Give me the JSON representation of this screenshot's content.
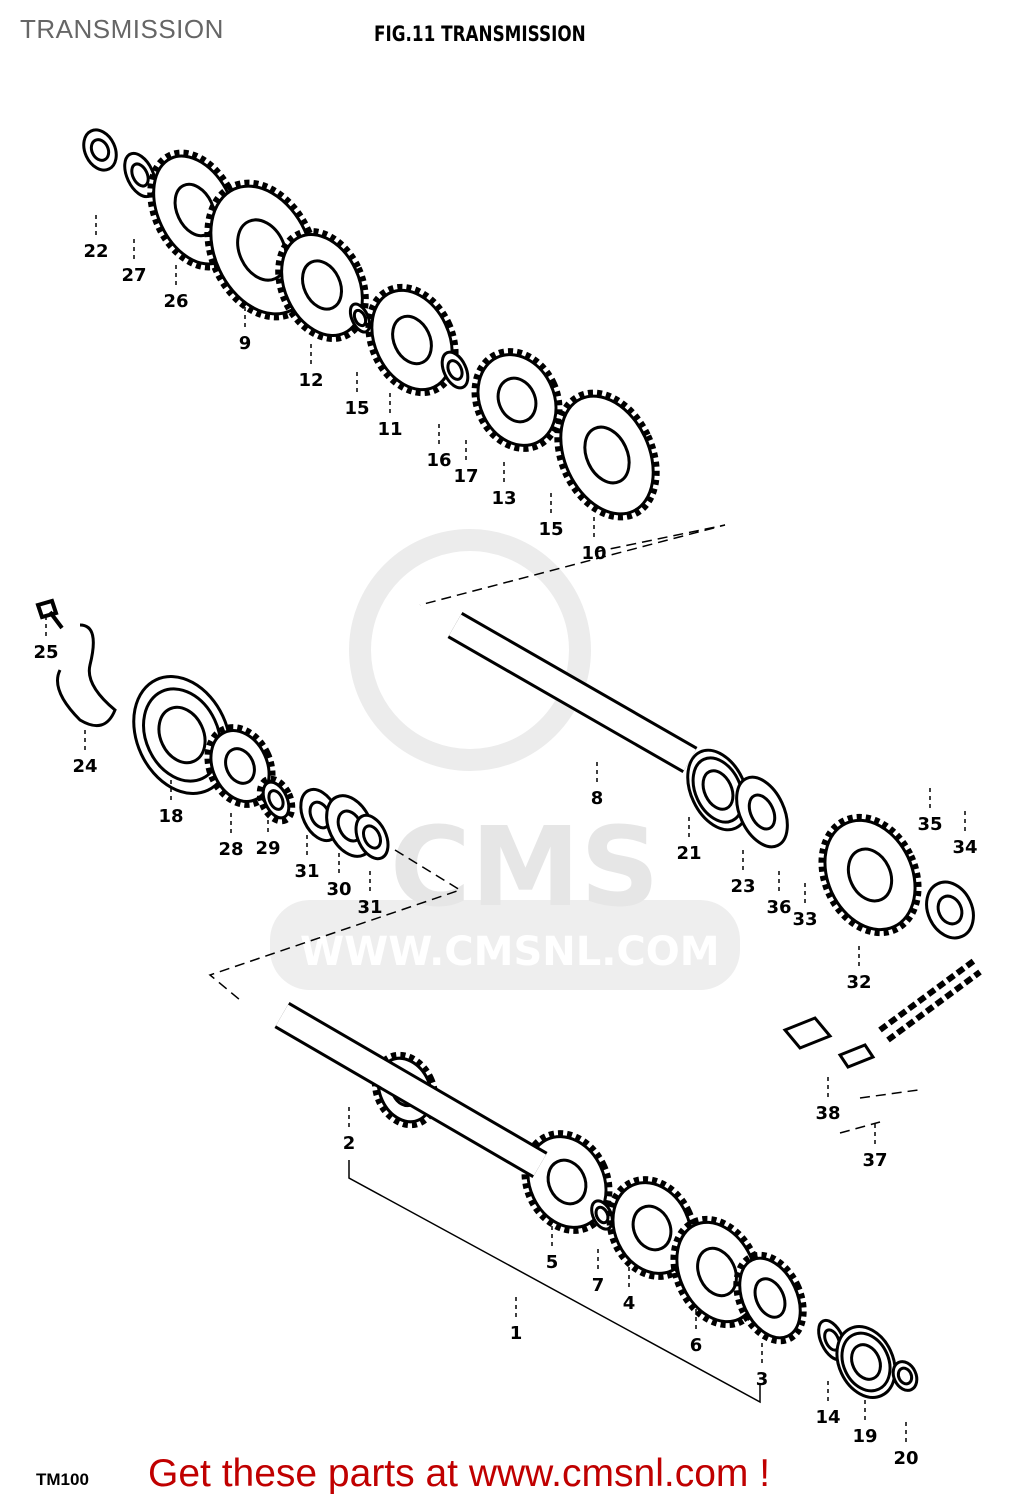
{
  "header": {
    "title": "TRANSMISSION",
    "figure_title": "FIG.11  TRANSMISSION"
  },
  "footer": {
    "code": "TM100",
    "cta": "Get these parts at www.cmsnl.com !"
  },
  "watermark": {
    "logo": "CMS",
    "url": "WWW.CMSNL.COM"
  },
  "colors": {
    "cta": "#c00000",
    "title": "#666666",
    "watermark": "#e6e6e6"
  },
  "part_labels": [
    "22",
    "27",
    "26",
    "9",
    "12",
    "15",
    "11",
    "16",
    "17",
    "13",
    "15",
    "10",
    "25",
    "24",
    "18",
    "28",
    "29",
    "31",
    "30",
    "31",
    "8",
    "21",
    "23",
    "36",
    "33",
    "35",
    "34",
    "32",
    "38",
    "37",
    "2",
    "5",
    "7",
    "4",
    "6",
    "1",
    "3",
    "14",
    "19",
    "20"
  ]
}
